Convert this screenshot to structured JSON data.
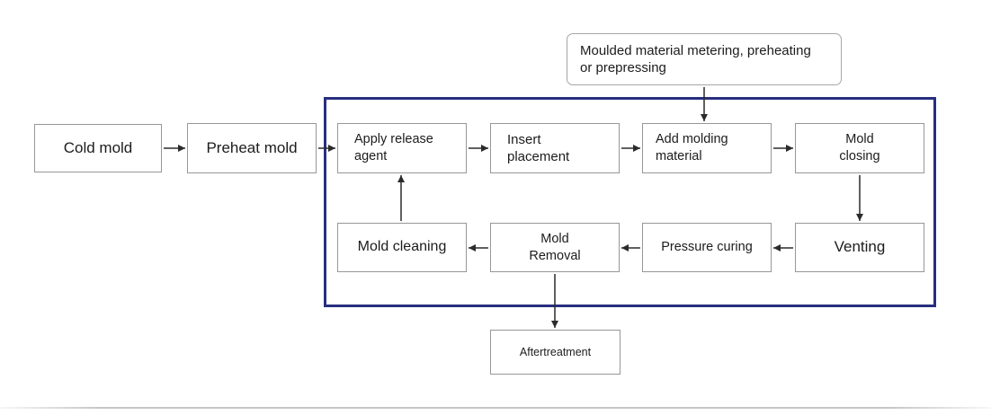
{
  "note": {
    "label": "Moulded material metering, preheating\nor prepressing"
  },
  "nodes": {
    "cold_mold": {
      "label": "Cold mold"
    },
    "preheat_mold": {
      "label": "Preheat mold"
    },
    "apply_release_agent": {
      "label": "Apply release\nagent"
    },
    "insert_placement": {
      "label": "Insert\nplacement"
    },
    "add_molding_material": {
      "label": "Add molding\nmaterial"
    },
    "mold_closing": {
      "label": "Mold\nclosing"
    },
    "venting": {
      "label": "Venting"
    },
    "pressure_curing": {
      "label": "Pressure curing"
    },
    "mold_removal": {
      "label": "Mold\nRemoval"
    },
    "mold_cleaning": {
      "label": "Mold cleaning"
    },
    "aftertreatment": {
      "label": "Aftertreatment"
    }
  },
  "edges": [
    {
      "from": "cold_mold",
      "to": "preheat_mold"
    },
    {
      "from": "preheat_mold",
      "to": "apply_release_agent"
    },
    {
      "from": "apply_release_agent",
      "to": "insert_placement"
    },
    {
      "from": "insert_placement",
      "to": "add_molding_material"
    },
    {
      "from": "note",
      "to": "add_molding_material"
    },
    {
      "from": "add_molding_material",
      "to": "mold_closing"
    },
    {
      "from": "mold_closing",
      "to": "venting"
    },
    {
      "from": "venting",
      "to": "pressure_curing"
    },
    {
      "from": "pressure_curing",
      "to": "mold_removal"
    },
    {
      "from": "mold_removal",
      "to": "mold_cleaning"
    },
    {
      "from": "mold_cleaning",
      "to": "apply_release_agent"
    },
    {
      "from": "mold_removal",
      "to": "aftertreatment"
    }
  ],
  "colors": {
    "container_border": "#272f80",
    "box_border": "#979797",
    "arrow": "#2b2b2b",
    "background": "#ffffff"
  }
}
